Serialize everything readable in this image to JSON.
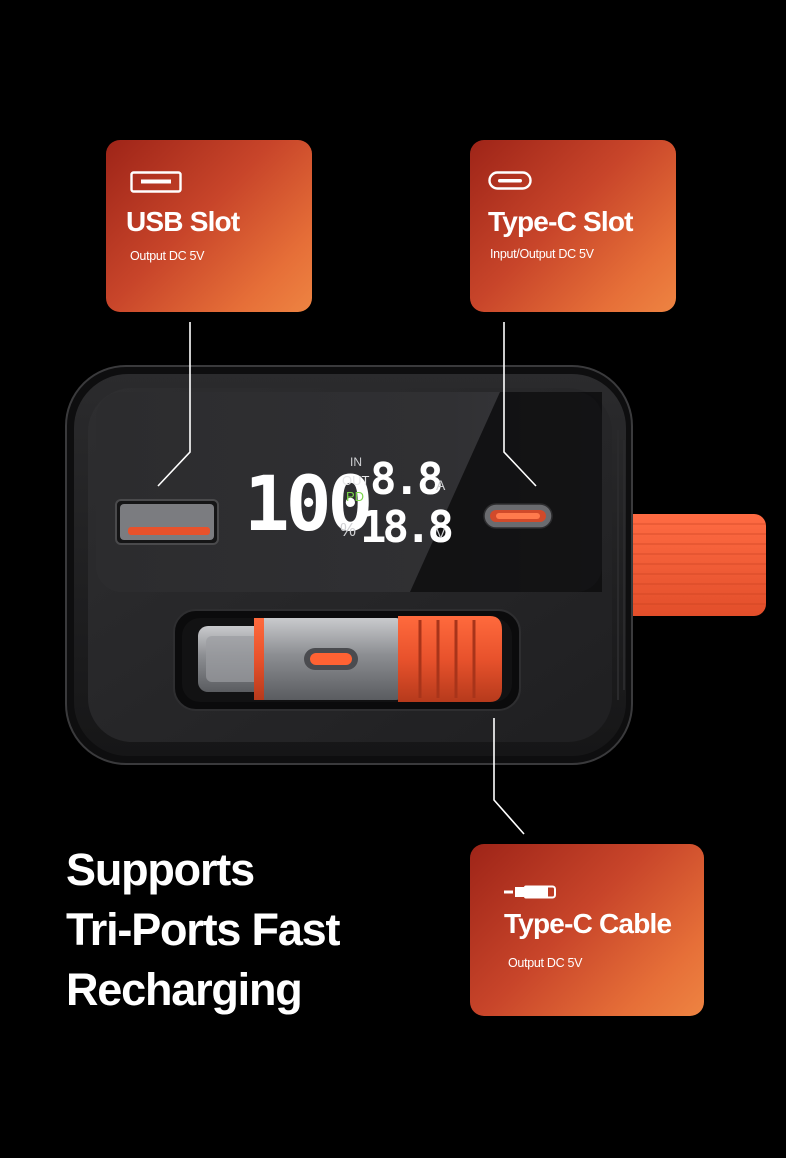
{
  "headline": {
    "line1": "Supports",
    "line2": "Tri-Ports Fast",
    "line3": "Recharging"
  },
  "callouts": {
    "usb": {
      "title": "USB Slot",
      "subtitle": "Output DC 5V",
      "icon": "usb-port-icon"
    },
    "typec": {
      "title": "Type-C Slot",
      "subtitle": "Input/Output DC 5V",
      "icon": "type-c-port-icon"
    },
    "cable": {
      "title": "Type-C Cable",
      "subtitle": "Output DC 5V",
      "icon": "type-c-cable-icon"
    }
  },
  "display": {
    "percent": "100",
    "in_label": "IN",
    "out_label": "OUT",
    "pd_label": "PD",
    "percent_sign": "%",
    "amp_unit": "A",
    "volt_unit": "V",
    "amp_value": "8.8",
    "volt_value": "18.8"
  },
  "colors": {
    "accent": "#e8522c",
    "card_gradient_start": "#9e2418",
    "card_gradient_end": "#ee8442",
    "pd_green": "#7bd64a",
    "background": "#000000"
  }
}
